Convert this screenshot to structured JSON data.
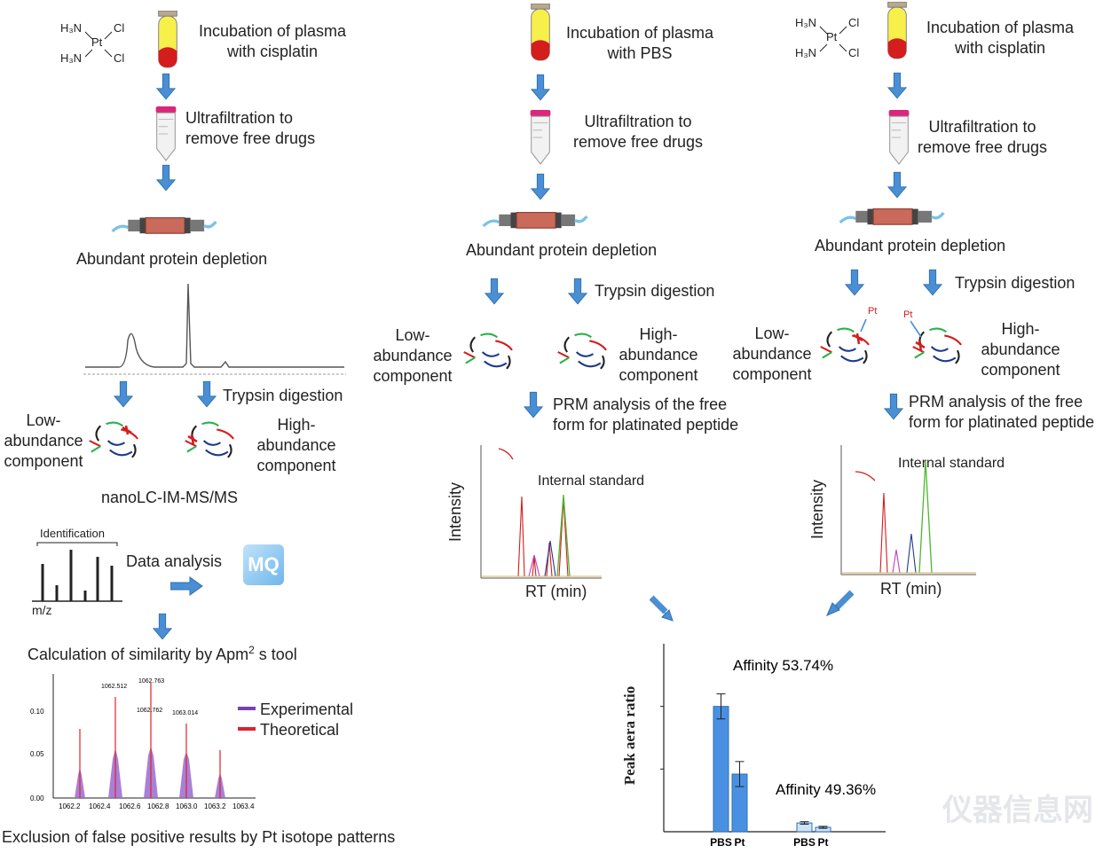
{
  "molecule": {
    "h3n": "H₃N",
    "pt": "Pt",
    "cl": "Cl",
    "pt_tag": "Pt"
  },
  "left": {
    "step_incubation": [
      "Incubation of plasma",
      "with cisplatin"
    ],
    "step_ultrafiltration": [
      "Ultrafiltration to",
      "remove free drugs"
    ],
    "step_depletion": "Abundant protein depletion",
    "trypsin": "Trypsin digestion",
    "low_abundance": [
      "Low-",
      "abundance",
      "component"
    ],
    "high_abundance": [
      "High-",
      "abundance",
      "component"
    ],
    "nanolc": "nanoLC-IM-MS/MS",
    "identification": "Identification",
    "mz": "m/z",
    "data_analysis": "Data analysis",
    "mq_logo": "MQ",
    "similarity": "Calculation of similarity by Apm",
    "similarity_sup": "2",
    "similarity_end": " s tool",
    "exclusion": "Exclusion of false positive results by Pt isotope patterns"
  },
  "middle": {
    "step_incubation": [
      "Incubation of plasma",
      "with PBS"
    ],
    "step_ultrafiltration": [
      "Ultrafiltration to",
      "remove free drugs"
    ],
    "step_depletion": "Abundant protein depletion",
    "trypsin": "Trypsin digestion",
    "low_abundance": [
      "Low-",
      "abundance",
      "component"
    ],
    "high_abundance": [
      "High-",
      "abundance",
      "component"
    ],
    "prm": [
      "PRM analysis of the free",
      "form for platinated peptide"
    ],
    "internal_standard": "Internal standard",
    "ylabel": "Intensity",
    "xlabel": "RT (min)"
  },
  "right": {
    "step_incubation": [
      "Incubation of plasma",
      "with cisplatin"
    ],
    "step_ultrafiltration": [
      "Ultrafiltration to",
      "remove free drugs"
    ],
    "step_depletion": "Abundant protein depletion",
    "trypsin": "Trypsin digestion",
    "low_abundance": [
      "Low-",
      "abundance",
      "component"
    ],
    "high_abundance": [
      "High-",
      "abundance",
      "component"
    ],
    "prm": [
      "PRM analysis of the free",
      "form for platinated peptide"
    ],
    "internal_standard": "Internal standard",
    "ylabel": "Intensity",
    "xlabel": "RT (min)"
  },
  "isotope_chart": {
    "peak_labels": [
      "1062.512",
      "1062.763",
      "1062.762",
      "1063.014"
    ],
    "yticks": [
      "0.00",
      "0.05",
      "0.10"
    ],
    "xticks": [
      "1062.2",
      "1062.4",
      "1062.6",
      "1062.8",
      "1063.0",
      "1063.2",
      "1063.4"
    ],
    "legend": [
      "Experimental",
      "Theoretical"
    ],
    "colors": {
      "experimental": "#7b3fb5",
      "theoretical": "#e0222a"
    }
  },
  "chart_data": {
    "type": "bar",
    "ylabel": "Peak aera ratio",
    "categories": [
      "PBS",
      "Pt",
      "PBS",
      "Pt"
    ],
    "groups": [
      {
        "bars": [
          {
            "label": "PBS",
            "value": 1.0,
            "error": 0.1
          },
          {
            "label": "Pt",
            "value": 0.46,
            "error": 0.1
          }
        ],
        "annotation": "Affinity 53.74%"
      },
      {
        "bars": [
          {
            "label": "PBS",
            "value": 0.07,
            "error": 0.01
          },
          {
            "label": "Pt",
            "value": 0.035,
            "error": 0.008
          }
        ],
        "annotation": "Affinity 49.36%"
      }
    ],
    "ylim": [
      0,
      1.5
    ],
    "colors": {
      "group1": "#4a90e2",
      "group2": "#cfe3f7"
    }
  },
  "watermark": "仪器信息网"
}
